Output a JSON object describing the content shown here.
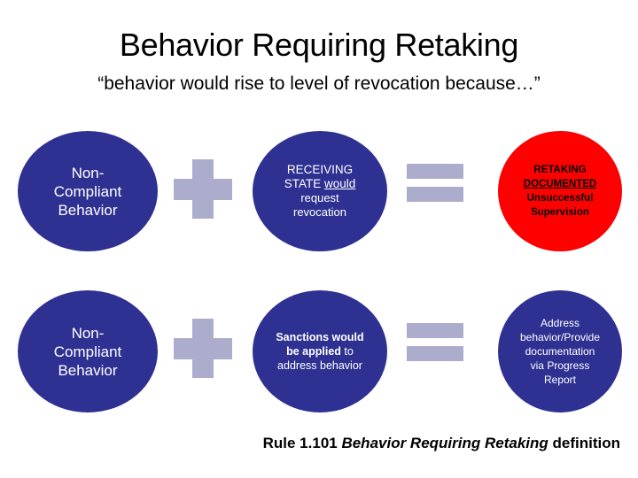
{
  "slide": {
    "title": "Behavior Requiring Retaking",
    "subtitle": "“behavior would rise to level of revocation because…”",
    "footer": {
      "prefix": "Rule 1.101 ",
      "italic": "Behavior Requiring Retaking",
      "suffix": " definition"
    },
    "colors": {
      "blue": "#2E3192",
      "red": "#FF0000",
      "operator": "#ACACCC",
      "background": "#FFFFFF",
      "text_on_blue": "#FFFFFF",
      "text_on_red": "#000000"
    }
  },
  "rows": [
    {
      "row_id": "row-1",
      "term1": {
        "shape": "ellipse",
        "fill": "blue",
        "lines": [
          "Non-",
          "Compliant",
          "Behavior"
        ]
      },
      "operator1": {
        "symbol": "plus",
        "label": "+"
      },
      "term2": {
        "shape": "ellipse",
        "fill": "blue",
        "lines": [
          "RECEIVING",
          "STATE would",
          "request",
          "revocation"
        ],
        "underlined": [
          "would"
        ]
      },
      "operator2": {
        "symbol": "equals",
        "label": "="
      },
      "result": {
        "shape": "ellipse",
        "fill": "red",
        "lines": [
          "RETAKING",
          "DOCUMENTED",
          "Unsuccessful",
          "Supervision"
        ],
        "underlined": [
          "DOCUMENTED"
        ]
      }
    },
    {
      "row_id": "row-2",
      "term1": {
        "shape": "ellipse",
        "fill": "blue",
        "lines": [
          "Non-",
          "Compliant",
          "Behavior"
        ]
      },
      "operator1": {
        "symbol": "plus",
        "label": "+"
      },
      "term2": {
        "shape": "ellipse",
        "fill": "blue",
        "bold_part": "Sanctions would be applied",
        "regular_part": "to address behavior",
        "lines": [
          "Sanctions would",
          "be applied to",
          "address behavior"
        ]
      },
      "operator2": {
        "symbol": "equals",
        "label": "="
      },
      "result": {
        "shape": "ellipse",
        "fill": "blue",
        "lines": [
          "Address",
          "behavior/Provide",
          "documentation",
          "via Progress",
          "Report"
        ]
      }
    }
  ],
  "text": {
    "r1_t1_l1": "Non-",
    "r1_t1_l2": "Compliant",
    "r1_t1_l3": "Behavior",
    "r1_t2_l1": "RECEIVING",
    "r1_t2_l2a": "STATE ",
    "r1_t2_l2b": "would",
    "r1_t2_l3": "request",
    "r1_t2_l4": "revocation",
    "r1_res_l1": "RETAKING",
    "r1_res_l2": "DOCUMENTED",
    "r1_res_l3": "Unsuccessful",
    "r1_res_l4": "Supervision",
    "r2_t1_l1": "Non-",
    "r2_t1_l2": "Compliant",
    "r2_t1_l3": "Behavior",
    "r2_t2_l1": "Sanctions would",
    "r2_t2_l2a": "be applied",
    "r2_t2_l2b": " to",
    "r2_t2_l3": "address behavior",
    "r2_res_l1": "Address",
    "r2_res_l2": "behavior/Provide",
    "r2_res_l3": "documentation",
    "r2_res_l4": "via Progress",
    "r2_res_l5": "Report"
  }
}
